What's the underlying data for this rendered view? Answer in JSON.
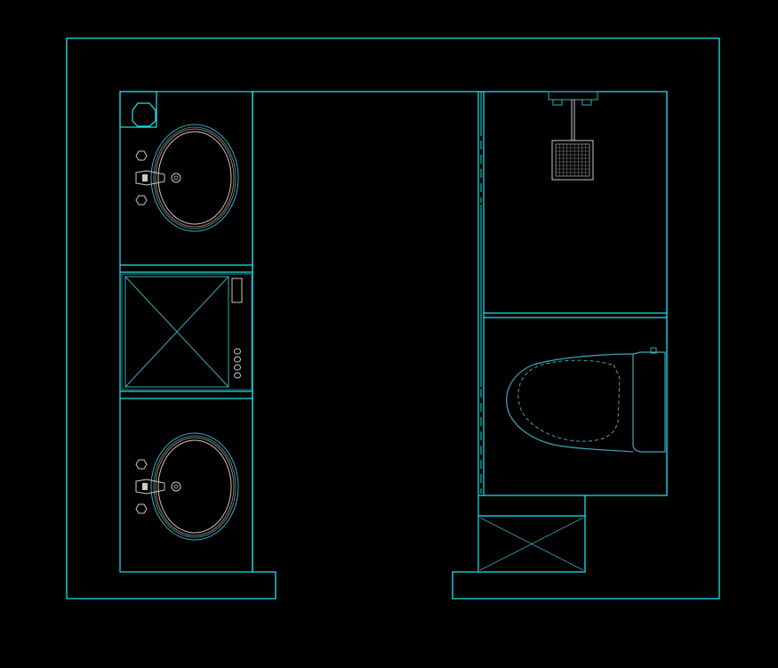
{
  "drawing": {
    "background": "#000000",
    "colors": {
      "wall": "#19e6f0",
      "fixture": "#3fa8b8",
      "fixture_dim": "#2d7f8c",
      "basin": "#c9c9c9",
      "accent_orange": "#d98a6a"
    },
    "components": [
      "outer-wall",
      "left-vanity-cabinet",
      "washbasin-top",
      "washbasin-bottom",
      "washing-machine",
      "shower-room",
      "shower-head",
      "sliding-glass-door",
      "toilet-room",
      "toilet",
      "storage-cabinet"
    ]
  }
}
